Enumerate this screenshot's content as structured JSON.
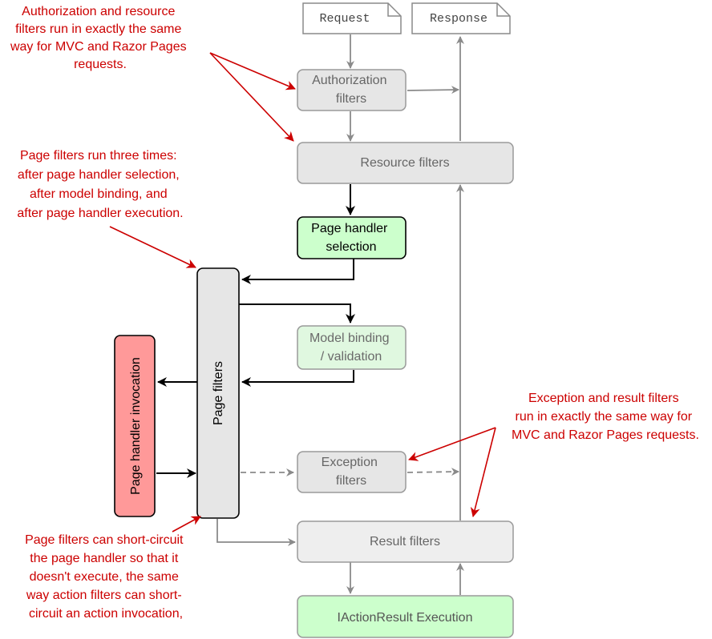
{
  "colors": {
    "gray_box_fill": "#e6e6e6",
    "gray_box_stroke": "#9a9a9a",
    "green_box_fill": "#ccffcc",
    "green_light_fill": "#e0f8e0",
    "red_box_fill": "#ff9999",
    "annotation": "#cc0000",
    "arrow_gray": "#8a8a8a",
    "arrow_black": "#000000"
  },
  "documents": {
    "request": "Request",
    "response": "Response"
  },
  "boxes": {
    "authorization_filters": [
      "Authorization",
      "filters"
    ],
    "resource_filters": "Resource filters",
    "page_handler_selection": [
      "Page handler",
      "selection"
    ],
    "model_binding": [
      "Model binding",
      "/ validation"
    ],
    "page_filters": "Page filters",
    "page_handler_invocation": "Page handler invocation",
    "exception_filters": [
      "Exception",
      "filters"
    ],
    "result_filters": "Result filters",
    "action_result_execution": "IActionResult Execution"
  },
  "annotations": {
    "auth_resource_note": [
      "Authorization and resource",
      "filters run in exactly the same",
      "way for MVC and Razor Pages",
      "requests."
    ],
    "page_filters_note": [
      "Page filters run three times:",
      "after page handler selection,",
      "after model binding, and",
      "after page handler execution."
    ],
    "exception_result_note": [
      "Exception and result filters",
      "run in exactly the same way for",
      "MVC and Razor Pages requests."
    ],
    "short_circuit_note": [
      "Page filters can short-circuit",
      "the page handler so that it",
      "doesn't execute, the same",
      "way action filters can short-",
      "circuit an action invocation,"
    ]
  }
}
